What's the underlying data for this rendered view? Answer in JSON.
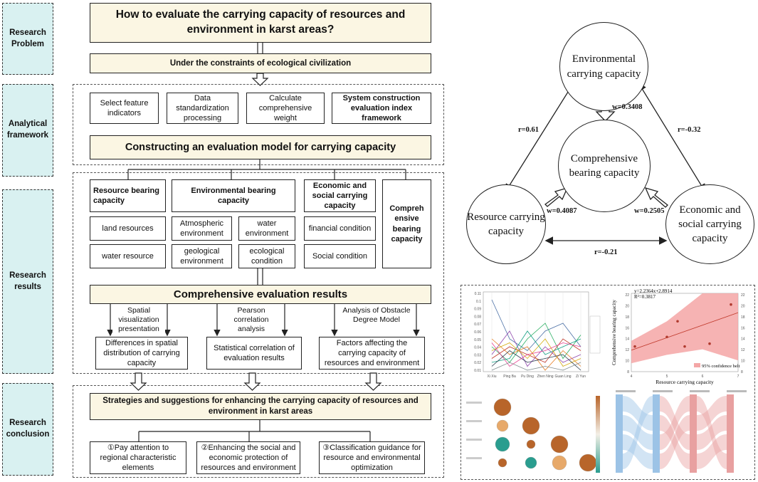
{
  "sections": {
    "problem": "Research Problem",
    "framework": "Analytical framework",
    "results": "Research results",
    "conclusion": "Research conclusion"
  },
  "flow": {
    "title": "How to evaluate the carrying capacity of resources and environment in karst areas?",
    "constraint": "Under the constraints of ecological civilization",
    "steps": [
      "Select feature indicators",
      "Data standardization processing",
      "Calculate comprehensive weight",
      "System construction evaluation index framework"
    ],
    "model": "Constructing an evaluation model for carrying capacity",
    "categories": {
      "resource": "Resource bearing capacity",
      "environment": "Environmental bearing capacity",
      "economic": "Economic and social carrying capacity",
      "comprehensive": "Compreh ensive bearing capacity"
    },
    "items": {
      "land": "land resources",
      "water_res": "water resource",
      "atmos": "Atmospheric environment",
      "water_env": "water environment",
      "geo": "geological environment",
      "eco": "ecological condition",
      "financial": "financial condition",
      "social": "Social condition"
    },
    "comprehensive_results": "Comprehensive evaluation results",
    "methods": [
      "Spatial visualization presentation",
      "Pearson correlation analysis",
      "Analysis of Obstacle Degree Model"
    ],
    "outputs": [
      "Differences in spatial distribution of carrying capacity",
      "Statistical correlation of evaluation results",
      "Factors affecting the carrying capacity of resources and environment"
    ],
    "strategy": "Strategies and suggestions for enhancing the carrying capacity of resources and environment in karst areas",
    "conclusions": [
      "①Pay attention to regional characteristic elements",
      "②Enhancing the social and economic protection of resources and environment",
      "③Classification guidance for resource and environmental optimization"
    ]
  },
  "relation": {
    "env": "Environmental carrying capacity",
    "comp": "Comprehensive bearing capacity",
    "res": "Resource carrying capacity",
    "econ": "Economic and social carrying capacity",
    "r_env_res": "r=0.61",
    "r_env_econ": "r=-0.32",
    "r_res_econ": "r=-0.21",
    "w_env": "w=0.3408",
    "w_res": "w=0.4087",
    "w_econ": "w=0.2505"
  },
  "thumbs": {
    "line": {
      "y_ticks": [
        "0.11",
        "0.1",
        "0.09",
        "0.08",
        "0.07",
        "0.06",
        "0.05",
        "0.04",
        "0.03",
        "0.02",
        "0.01"
      ],
      "x_ticks": [
        "Xi Xiu",
        "Ping Ba",
        "Pu Ding",
        "Zhen Ning",
        "Guan Ling",
        "Zi Yun"
      ],
      "series_colors": [
        "#4a6fa5",
        "#c0392b",
        "#27ae60",
        "#8e44ad",
        "#e67e22",
        "#16a085",
        "#d4ac0d",
        "#2c3e50",
        "#e84393",
        "#7f8c8d"
      ]
    },
    "regression": {
      "equation": "y=2.2364x+2.8914",
      "r2": "R²=0.3817",
      "xlabel": "Resource carrying capacity",
      "ylabel": "Comprehensive bearing capacity",
      "legend": "95% confidence belt",
      "x_ticks": [
        "4",
        "5",
        "6",
        "7"
      ],
      "y_ticks": [
        "22",
        "20",
        "18",
        "16",
        "14",
        "12",
        "10",
        "8"
      ],
      "colors": {
        "band": "#f4a6a6",
        "line": "#c0392b",
        "point": "#b03a2e"
      }
    },
    "corr_colors": {
      "high": "#b8652a",
      "low": "#2a9d8f"
    },
    "sankey_colors": {
      "blue": "#9cc3e6",
      "red": "#e8a0a0"
    }
  }
}
